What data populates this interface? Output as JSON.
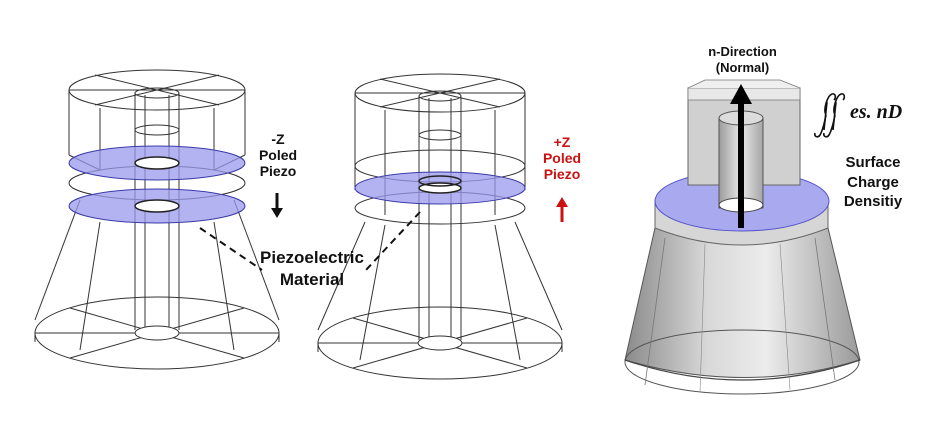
{
  "labels": {
    "left_pole": [
      "-Z",
      "Poled",
      "Piezo"
    ],
    "middle_pole": [
      "+Z",
      "Poled",
      "Piezo"
    ],
    "piezo_material": [
      "Piezoelectric",
      "Material"
    ],
    "n_direction": [
      "n-Direction",
      "(Normal)"
    ],
    "integral": "es. nD",
    "surface_charge": [
      "Surface",
      "Charge",
      "Densitiy"
    ]
  },
  "colors": {
    "piezo_fill": "#9999ee",
    "piezo_edge": "#3a3aa8",
    "wire": "#333333",
    "neg_arrow": "#111111",
    "pos_arrow": "#cc1111",
    "pos_text": "#cc1111",
    "solid_light": "#e6e6e6",
    "solid_mid": "#bdbdbd",
    "solid_dark": "#8e8e8e"
  },
  "icons": {
    "left_arrow": "arrow-down-icon",
    "middle_arrow": "arrow-up-icon",
    "normal_arrow": "arrow-up-icon",
    "integral_symbol": "double-integral-icon"
  }
}
